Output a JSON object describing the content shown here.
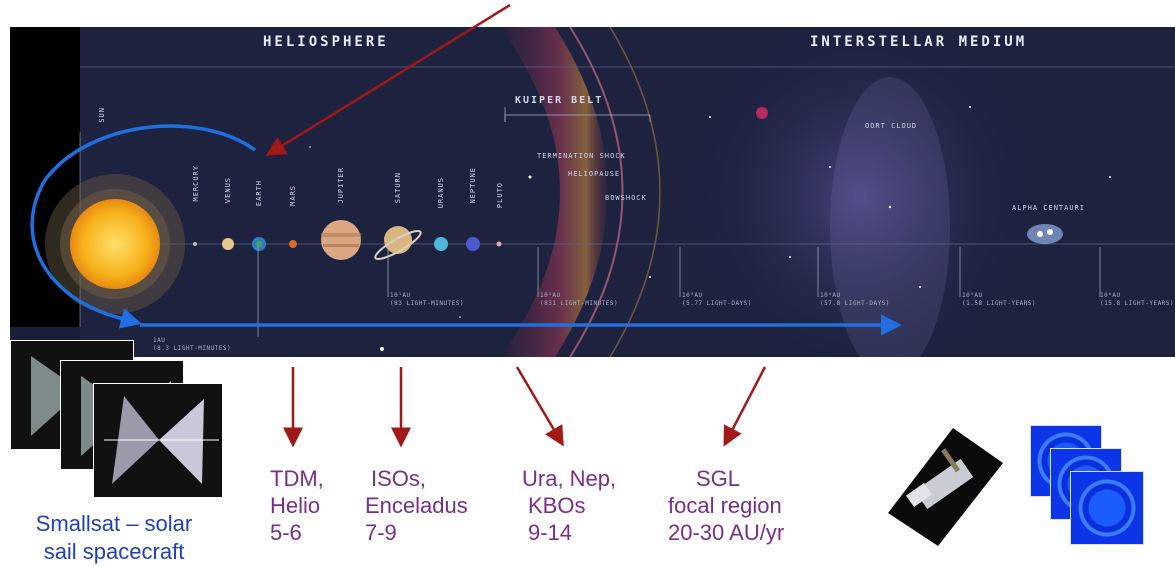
{
  "banner": {
    "headings": {
      "heliosphere": "HELIOSPHERE",
      "interstellar": "INTERSTELLAR MEDIUM"
    },
    "regions": {
      "kuiper_belt": "KUIPER BELT",
      "termination_shock": "TERMINATION SHOCK",
      "heliopause": "HELIOPAUSE",
      "bowshock": "BOWSHOCK",
      "oort_cloud": "OORT CLOUD",
      "alpha_centauri": "ALPHA CENTAURI"
    },
    "bodies": {
      "sun": "SUN",
      "mercury": "MERCURY",
      "venus": "VENUS",
      "earth": "EARTH",
      "mars": "MARS",
      "jupiter": "JUPITER",
      "saturn": "SATURN",
      "uranus": "URANUS",
      "neptune": "NEPTUNE",
      "pluto": "PLUTO"
    },
    "distances": [
      {
        "au": "1AU",
        "light": "(8.3 LIGHT-MINUTES)"
      },
      {
        "au": "10¹AU",
        "light": "(83 LIGHT-MINUTES)"
      },
      {
        "au": "10²AU",
        "light": "(831 LIGHT-MINUTES)"
      },
      {
        "au": "10³AU",
        "light": "(5.77 LIGHT-DAYS)"
      },
      {
        "au": "10⁴AU",
        "light": "(57.8 LIGHT-DAYS)"
      },
      {
        "au": "10⁵AU",
        "light": "(1.58 LIGHT-YEARS)"
      },
      {
        "au": "10⁶AU",
        "light": "(15.8 LIGHT-YEARS)"
      }
    ]
  },
  "captions": {
    "tdm": [
      "TDM,",
      "Helio",
      "5-6"
    ],
    "isos": [
      "ISOs,",
      "Enceladus",
      "7-9"
    ],
    "ura": [
      "Ura, Nep,",
      "KBOs",
      "9-14"
    ],
    "sgl": [
      "SGL",
      "focal region",
      "20-30 AU/yr"
    ],
    "smallsat": [
      "Smallsat – solar",
      "sail spacecraft"
    ]
  },
  "colors": {
    "arrow_red": "#a01818",
    "path_blue": "#1f6fe0",
    "caption_purple": "#7b2d8e",
    "caption_blue": "#1f3fbf"
  }
}
